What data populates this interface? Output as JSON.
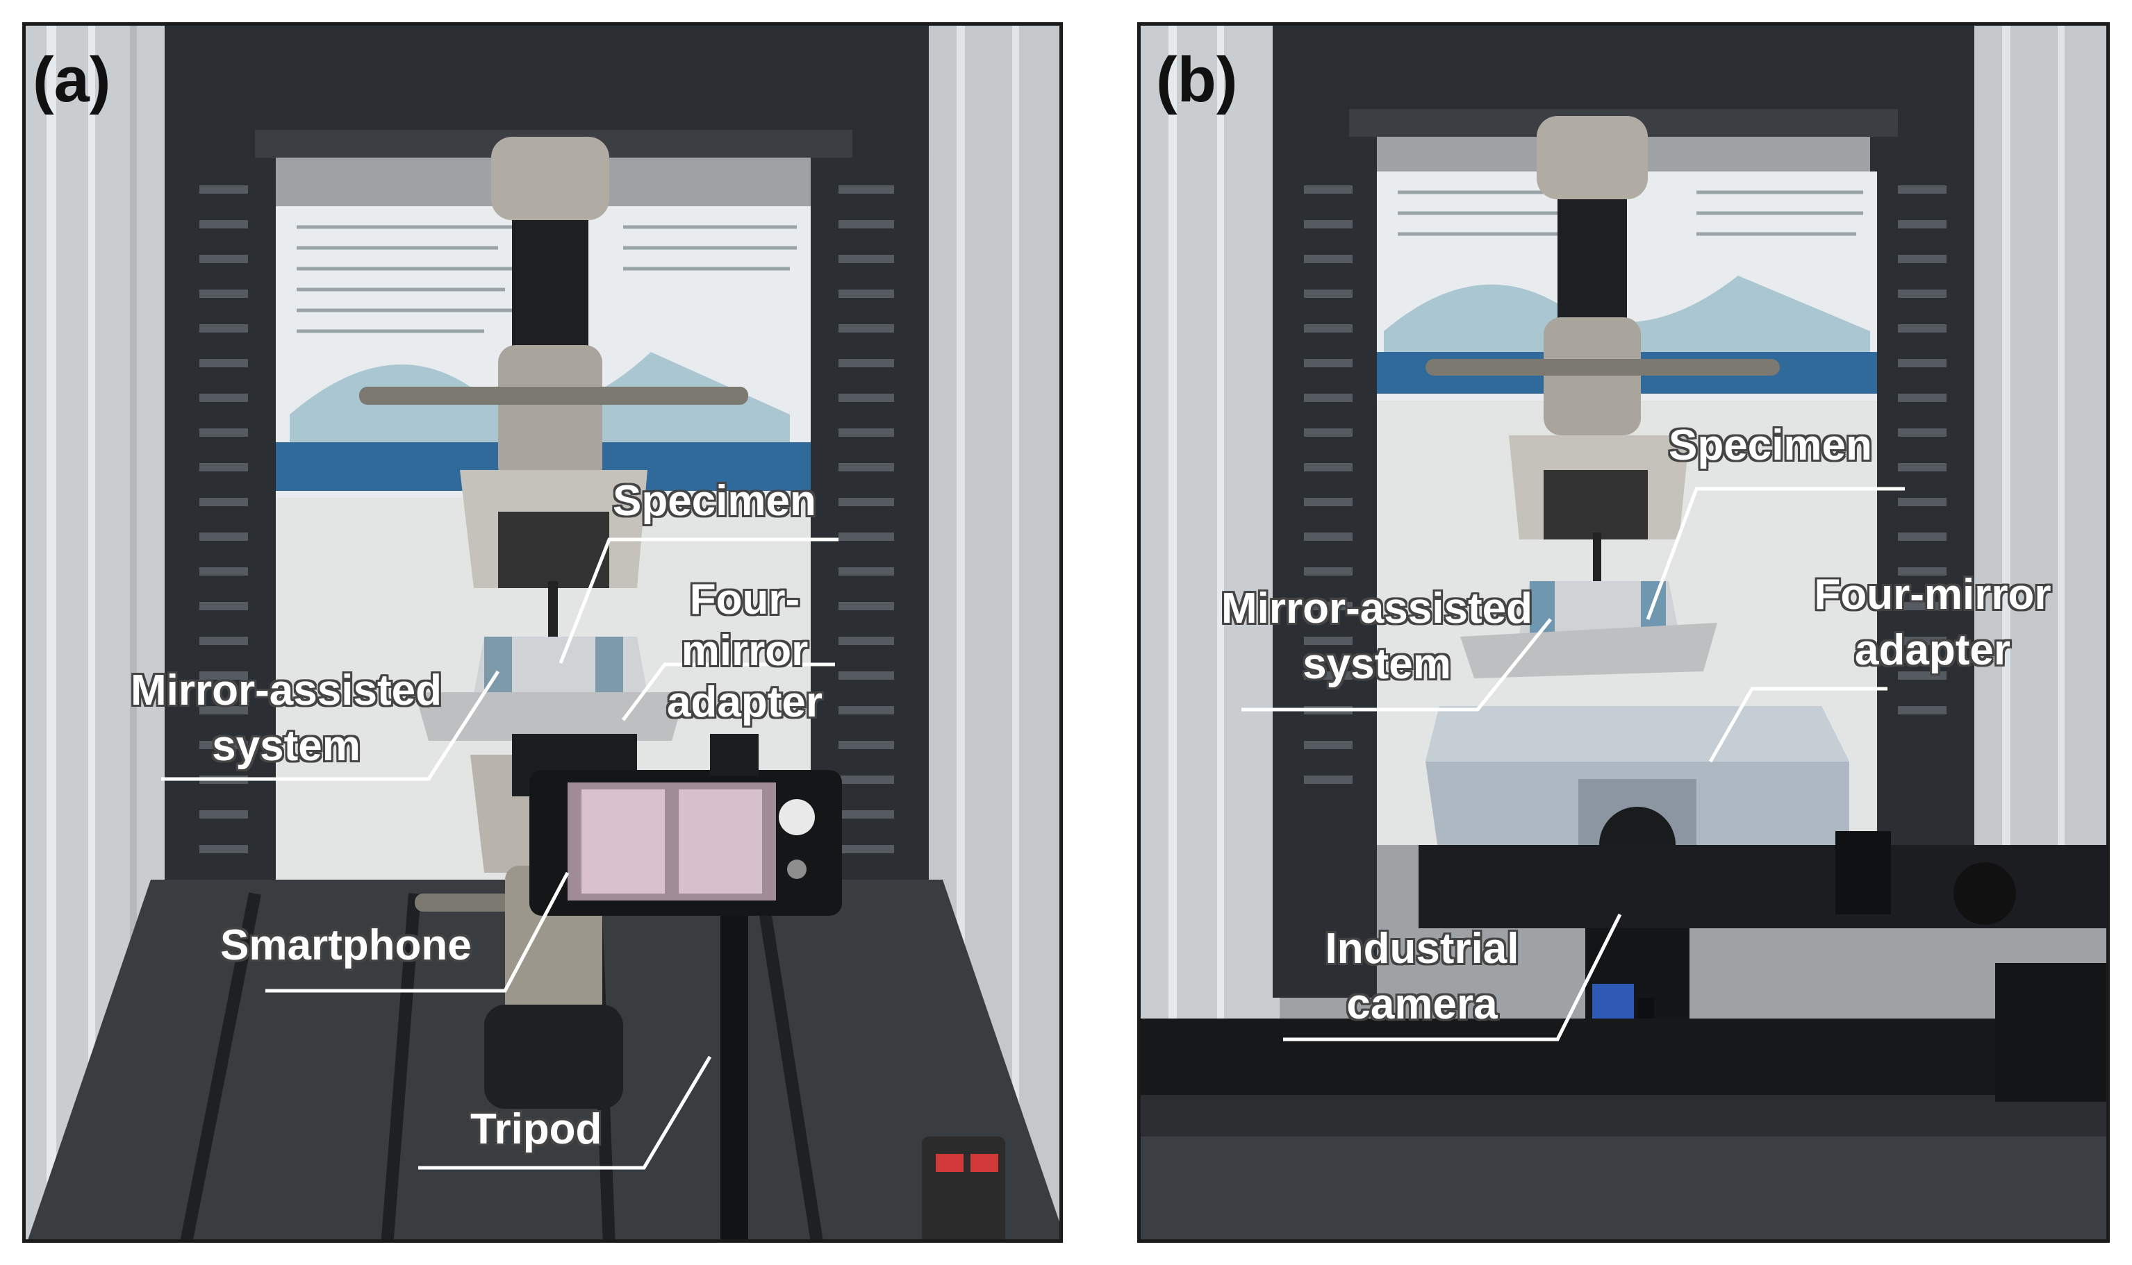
{
  "panels": [
    {
      "letter": "(a)",
      "labels": {
        "specimen": "Specimen",
        "four_mirror_adapter": "Four-mirror adapter",
        "mirror_assisted_system": "Mirror-assisted system",
        "smartphone": "Smartphone",
        "tripod": "Tripod"
      }
    },
    {
      "letter": "(b)",
      "labels": {
        "specimen": "Specimen",
        "mirror_assisted_system": "Mirror-assisted system",
        "four_mirror_adapter": "Four-mirror adapter",
        "industrial_camera": "Industrial camera"
      }
    }
  ]
}
